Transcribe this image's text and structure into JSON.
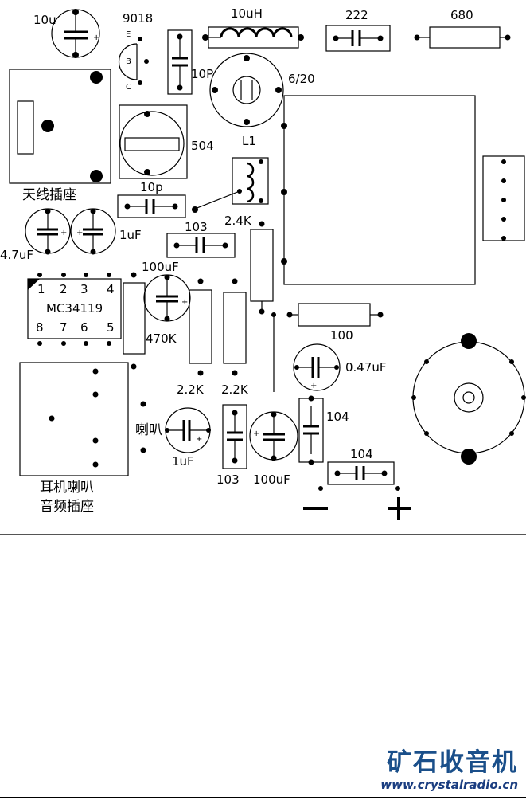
{
  "labels": {
    "cap_10u": "10u",
    "transistor": "9018",
    "pin_e": "E",
    "pin_b": "B",
    "pin_c": "C",
    "inductor": "10uH",
    "cap_222": "222",
    "res_680": "680",
    "cap_10p_v": "10P",
    "coil": "6/20",
    "pot_504": "504",
    "l1": "L1",
    "antenna_jack": "天线插座",
    "cap_10p_h": "10p",
    "cap_4_7uf": "4.7uF",
    "cap_1uf_a": "1uF",
    "cap_103_a": "103",
    "res_2_4k": "2.4K",
    "cap_100uf_a": "100uF",
    "ic_name": "MC34119",
    "ic_pins_top": [
      "4",
      "3",
      "2",
      "1"
    ],
    "ic_pins_bottom": [
      "5",
      "6",
      "7",
      "8"
    ],
    "res_470k": "470K",
    "res_2_2k_a": "2.2K",
    "res_2_2k_b": "2.2K",
    "res_100": "100",
    "cap_0_47uf": "0.47uF",
    "speaker": "喇叭",
    "cap_1uf_b": "1uF",
    "cap_103_b": "103",
    "cap_100uf_b": "100uF",
    "cap_104_v": "104",
    "cap_104_h": "104",
    "audio_jack_line1": "耳机喇叭",
    "audio_jack_line2": "音频插座",
    "minus": "−",
    "plus": "+"
  },
  "brand": {
    "name": "矿石收音机",
    "url": "www.crystalradio.cn"
  }
}
